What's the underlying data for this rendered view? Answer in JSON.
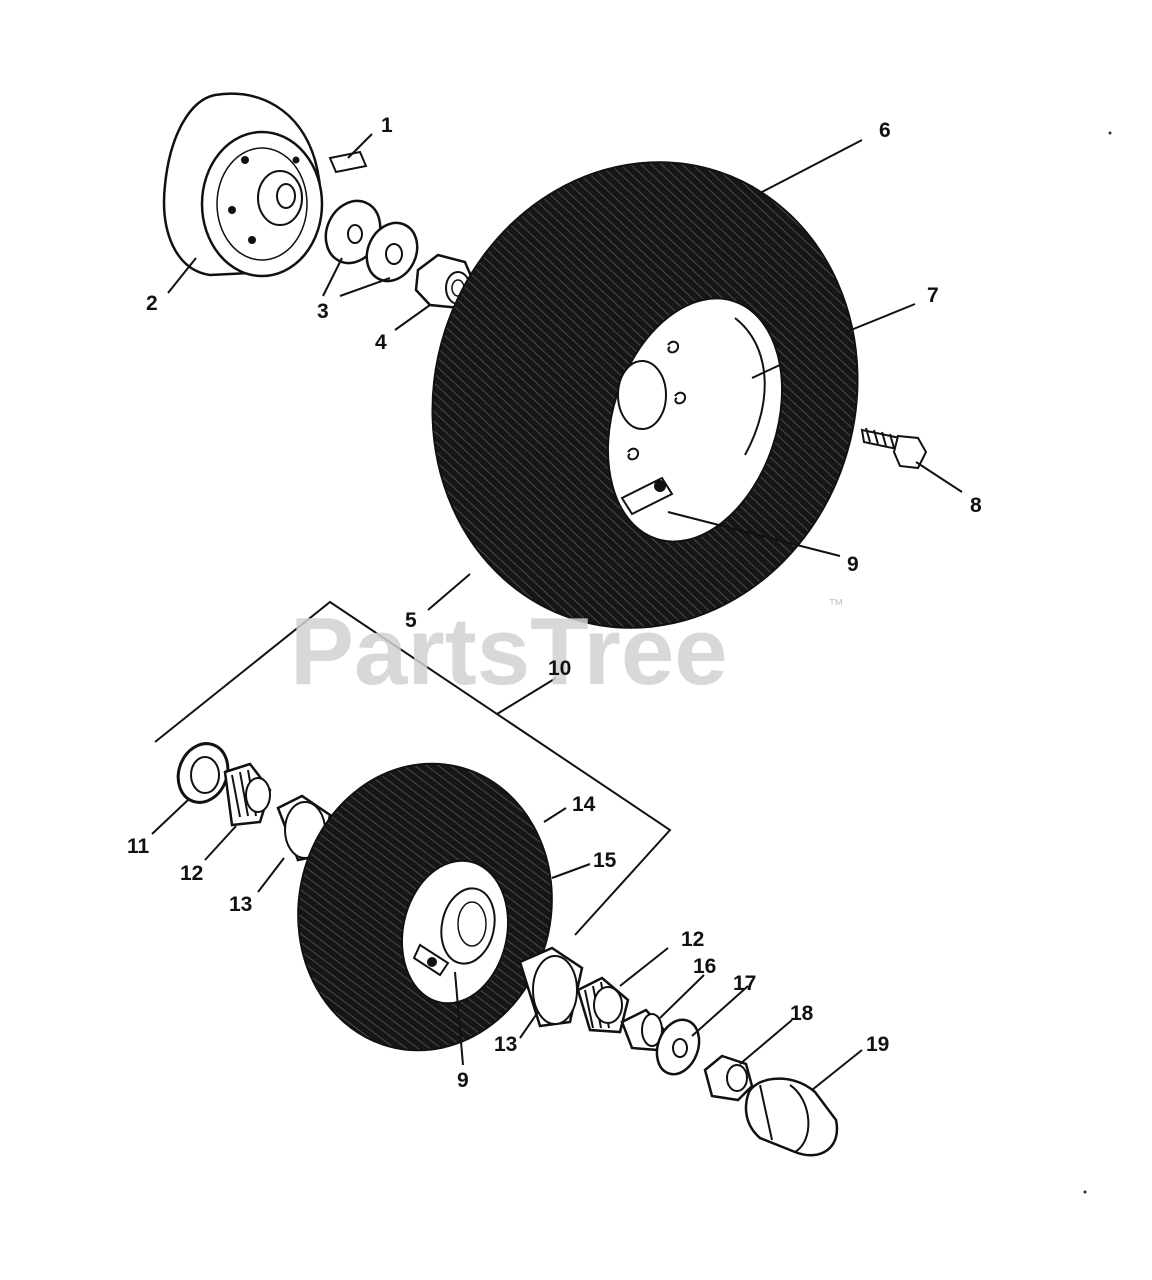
{
  "watermark": {
    "text": "PartsTree",
    "tm": "™"
  },
  "colors": {
    "ink": "#111111",
    "tire": "#161616",
    "watermark": "#d2d2d2"
  },
  "callouts": [
    "1",
    "2",
    "3",
    "4",
    "5",
    "6",
    "7",
    "8",
    "9",
    "9",
    "10",
    "11",
    "12",
    "12",
    "13",
    "13",
    "14",
    "15",
    "16",
    "17",
    "18",
    "19"
  ]
}
